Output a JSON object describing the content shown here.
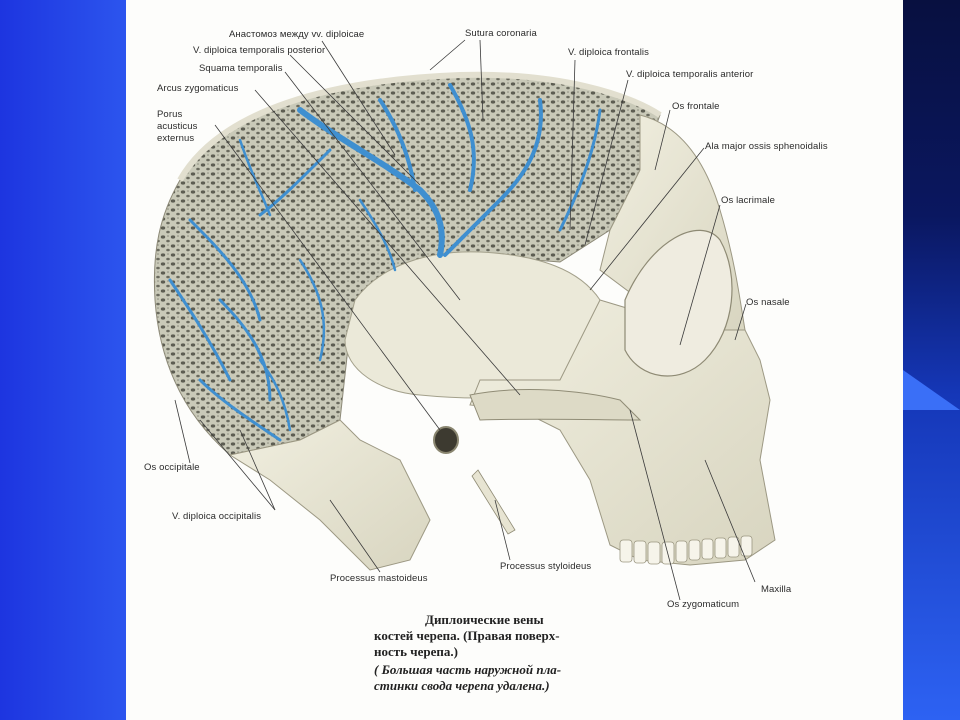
{
  "slide": {
    "background_color": "#2a52e8",
    "paper_color": "#fdfdfb",
    "vein_color": "#3f8fd0",
    "bone_color": "#e9e7d6"
  },
  "figure": {
    "labels": {
      "anastomosis": "Анастомоз между vv. diploicae",
      "sutura_coronaria": "Sutura coronaria",
      "v_temporalis_posterior": "V. diploica temporalis posterior",
      "v_frontalis": "V. diploica frontalis",
      "squama_temporalis": "Squama temporalis",
      "v_temporalis_anterior": "V. diploica temporalis anterior",
      "arcus_zygomaticus": "Arcus zygomaticus",
      "porus_line1": "Porus",
      "porus_line2": "acusticus",
      "porus_line3": "externus",
      "os_frontale": "Os frontale",
      "ala_major": "Ala major ossis sphenoidalis",
      "os_lacrimale": "Os lacrimale",
      "os_nasale": "Os nasale",
      "os_occipitale": "Os occipitale",
      "v_occipitalis": "V. diploica occipitalis",
      "processus_styloideus": "Processus styloideus",
      "processus_mastoideus": "Processus mastoideus",
      "maxilla": "Maxilla",
      "os_zygomaticum": "Os zygomaticum"
    },
    "caption": {
      "line1": "Диплоические вены",
      "line2": "костей черепа. (Правая поверх-",
      "line3": "ность черепа.)",
      "line4": "( Большая часть наружной пла-",
      "line5": "стинки свода черепа удалена.)"
    }
  }
}
